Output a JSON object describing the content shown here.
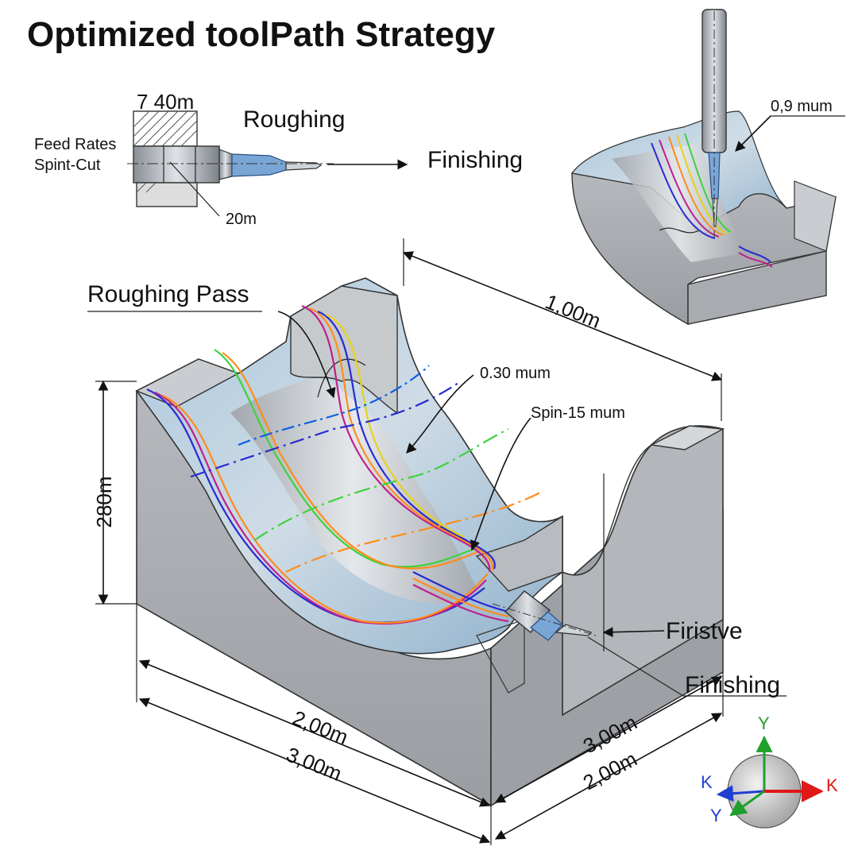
{
  "title": "Optimized toolPath Strategy",
  "inset_tool": {
    "top_dim": "7 40m",
    "feed_label_1": "Feed Rates",
    "feed_label_2": "Spint-Cut",
    "bottom_dim": "20m",
    "roughing_label": "Roughing",
    "finishing_label": "Finishing"
  },
  "inset_part": {
    "callout": "0,9 mum"
  },
  "main_part": {
    "roughing_pass": "Roughing Pass",
    "callout_030": "0.30 mum",
    "callout_spin": "Spin-15 mum",
    "height_dim": "280m",
    "top_dim": "1,00m",
    "front_dim_1": "2,00m",
    "front_dim_2": "3,00m",
    "right_dim_1": "3,00m",
    "right_dim_2": "2,00m",
    "firistve_label": "Firistve",
    "finishing_label": "Finishing"
  },
  "axes": {
    "y_up": "Y",
    "k_left": "K",
    "k_right": "K",
    "y_front": "Y",
    "colors": {
      "y": "#1fa02a",
      "k_left": "#1f3fd0",
      "k_right": "#e01818"
    }
  },
  "toolpath_colors": [
    "#2a2ad0",
    "#c0208a",
    "#ff8c1a",
    "#3ed23e",
    "#1060e0",
    "#e04020"
  ]
}
